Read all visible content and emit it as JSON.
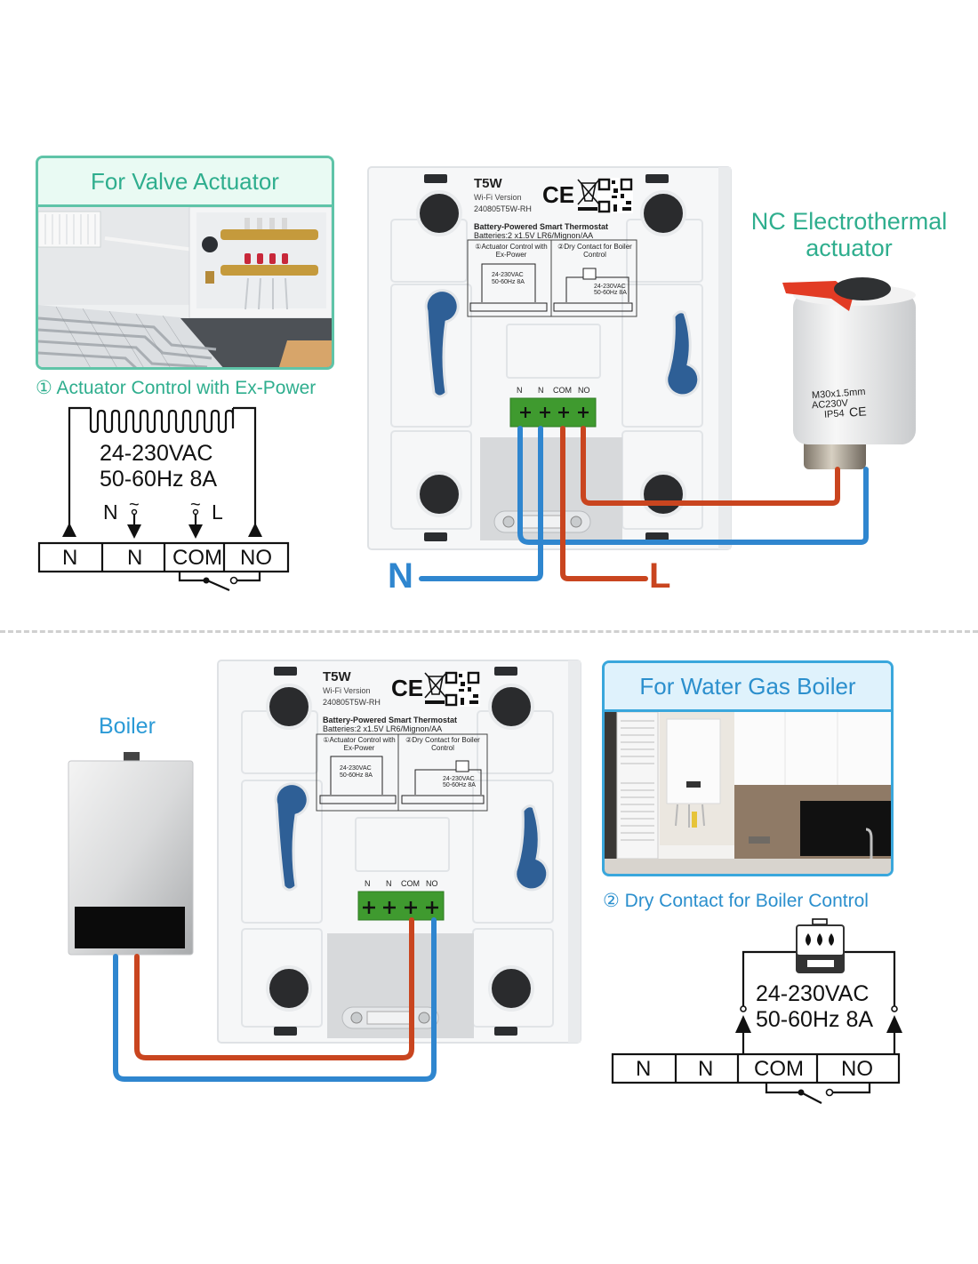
{
  "colors": {
    "green_accent": "#2fae8e",
    "blue_accent": "#2b8fcd",
    "wire_live": "#c9451f",
    "wire_neutral": "#2f86cf",
    "terminal_block": "#3f9a2f",
    "keyhole": "#2e5f96"
  },
  "top_section": {
    "valve_card": {
      "title": "For Valve Actuator",
      "photo": "underfloor-heating-manifold-photo"
    },
    "caption": "① Actuator Control with Ex-Power",
    "wiring_diagram": {
      "load_symbol": "heating-coil-icon",
      "voltage": "24-230VAC",
      "frequency": "50-60Hz 8A",
      "supply_labels": [
        "N",
        "~",
        "~",
        "L"
      ],
      "terminals": [
        "N",
        "N",
        "COM",
        "NO"
      ]
    },
    "thermostat": {
      "model": "T5W",
      "version": "Wi-Fi Version",
      "serial": "240805T5W-RH",
      "product_name": "Battery-Powered Smart Thermostat",
      "batteries": "Batteries:2 x1.5V LR6/Mignon/AA",
      "label_section_1": "①Actuator Control with Ex-Power",
      "label_section_2": "②Dry Contact for Boiler Control",
      "label_voltage": "24-230VAC",
      "label_frequency": "50-60Hz 8A",
      "terminal_labels": [
        "N",
        "N",
        "COM",
        "NO"
      ]
    },
    "actuator": {
      "title_line1": "NC Electrothermal",
      "title_line2": "actuator",
      "spec_1": "M30x1.5mm",
      "spec_2": "AC230V",
      "spec_3": "IP54"
    },
    "supply_n_label": "N",
    "supply_l_label": "L"
  },
  "bottom_section": {
    "boiler_label": "Boiler",
    "boiler_card": {
      "title": "For Water Gas Boiler",
      "photo": "kitchen-wall-boiler-photo"
    },
    "caption": "② Dry Contact for Boiler Control",
    "wiring_diagram": {
      "load_symbol": "boiler-flame-icon",
      "voltage": "24-230VAC",
      "frequency": "50-60Hz 8A",
      "terminals": [
        "N",
        "N",
        "COM",
        "NO"
      ]
    },
    "thermostat": {
      "model": "T5W",
      "version": "Wi-Fi Version",
      "serial": "240805T5W-RH",
      "product_name": "Battery-Powered Smart Thermostat",
      "batteries": "Batteries:2 x1.5V LR6/Mignon/AA",
      "label_section_1": "①Actuator Control with Ex-Power",
      "label_section_2": "②Dry Contact for Boiler Control",
      "label_voltage": "24-230VAC",
      "label_frequency": "50-60Hz 8A",
      "terminal_labels": [
        "N",
        "N",
        "COM",
        "NO"
      ]
    }
  },
  "marks": {
    "ce": "CE"
  }
}
